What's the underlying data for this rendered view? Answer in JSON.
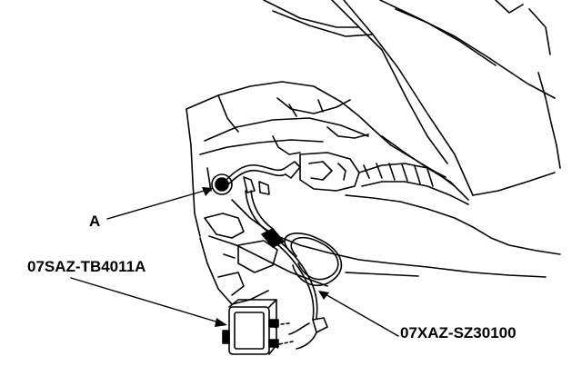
{
  "callouts": {
    "a": "A",
    "module_part": "07SAZ-TB4011A",
    "harness_part": "07XAZ-SZ30100"
  },
  "colors": {
    "ink": "#000000",
    "paper": "#ffffff"
  }
}
